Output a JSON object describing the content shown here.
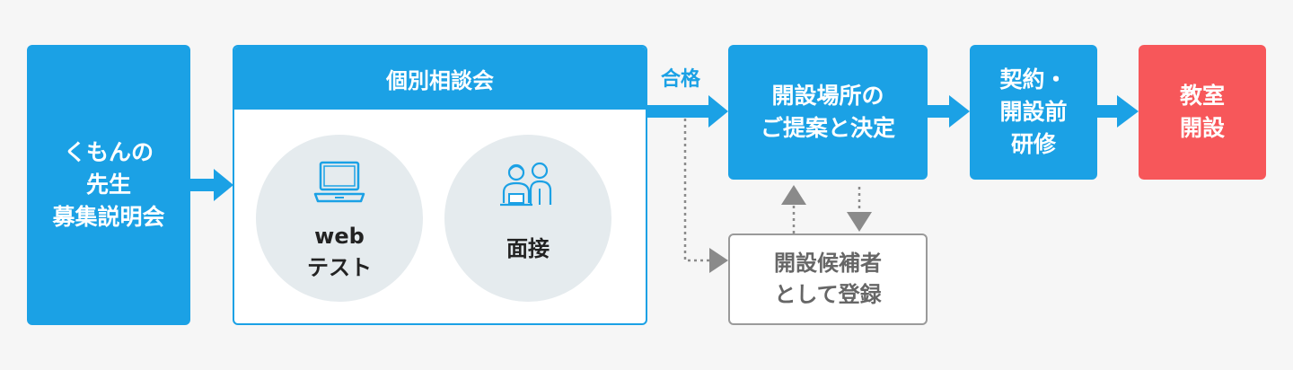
{
  "steps": {
    "briefing": "くもんの\n先生\n募集説明会",
    "consultation": {
      "title": "個別相談会",
      "web_test": "web\nテスト",
      "interview": "面接"
    },
    "pass": "合格",
    "proposal": "開設場所の\nご提案と決定",
    "contract": "契約・\n開設前\n研修",
    "opening": "教室\n開設",
    "candidate": "開設候補者\nとして登録"
  },
  "icons": {
    "web_test": "laptop-icon",
    "interview": "interview-people-icon"
  },
  "colors": {
    "primary": "#1ba1e5",
    "accent": "#f7575a",
    "muted": "#9a9a9a",
    "circle": "#e5ebee",
    "background": "#f6f6f6"
  }
}
